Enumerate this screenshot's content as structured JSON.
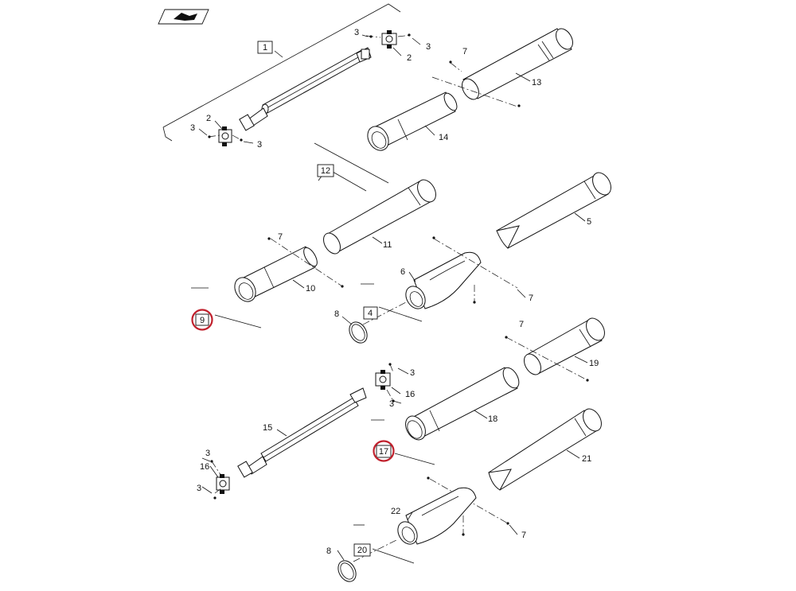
{
  "header": {
    "icon": "view-direction-icon"
  },
  "callouts": {
    "assembly_1": "1",
    "assembly_4": "4",
    "assembly_9": "9",
    "assembly_12": "12",
    "assembly_17": "17",
    "assembly_20": "20"
  },
  "labels": {
    "p2a": "2",
    "p2b": "2",
    "p3a": "3",
    "p3b": "3",
    "p3c": "3",
    "p3d": "3",
    "p3e": "3",
    "p3f": "3",
    "p3g": "3",
    "p3h": "3",
    "p5": "5",
    "p6": "6",
    "p7a": "7",
    "p7b": "7",
    "p7c": "7",
    "p7d": "7",
    "p7e": "7",
    "p8a": "8",
    "p8b": "8",
    "p10": "10",
    "p11": "11",
    "p13": "13",
    "p14": "14",
    "p15": "15",
    "p16a": "16",
    "p16b": "16",
    "p18": "18",
    "p19": "19",
    "p21": "21",
    "p22": "22"
  },
  "highlight_color": "#c0202c",
  "highlighted_callouts": [
    "9",
    "17"
  ]
}
